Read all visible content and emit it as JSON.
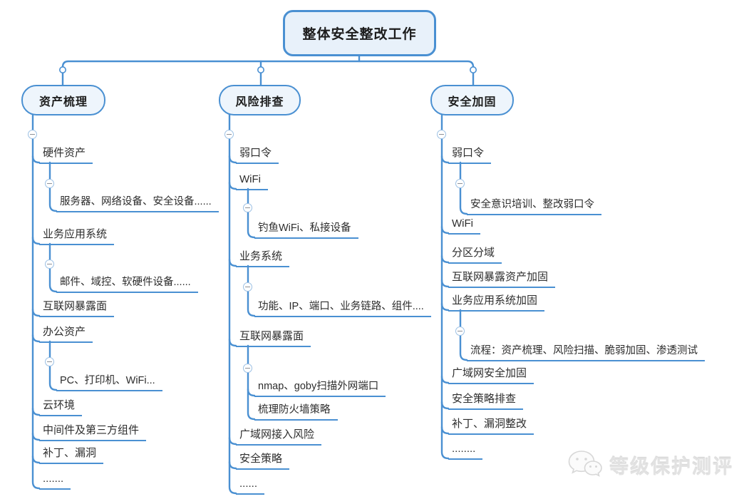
{
  "root": {
    "label": "整体安全整改工作"
  },
  "branches": [
    {
      "label": "资产梳理",
      "items": [
        {
          "label": "硬件资产",
          "children": [
            {
              "label": "服务器、网络设备、安全设备......"
            }
          ]
        },
        {
          "label": "业务应用系统",
          "children": [
            {
              "label": "邮件、域控、软硬件设备......"
            }
          ]
        },
        {
          "label": "互联网暴露面"
        },
        {
          "label": "办公资产",
          "children": [
            {
              "label": "PC、打印机、WiFi..."
            }
          ]
        },
        {
          "label": "云环境"
        },
        {
          "label": "中间件及第三方组件"
        },
        {
          "label": "补丁、漏洞"
        },
        {
          "label": "......."
        }
      ]
    },
    {
      "label": "风险排查",
      "items": [
        {
          "label": "弱口令"
        },
        {
          "label": "WiFi",
          "children": [
            {
              "label": "钓鱼WiFi、私接设备"
            }
          ]
        },
        {
          "label": "业务系统",
          "children": [
            {
              "label": "功能、IP、端口、业务链路、组件...."
            }
          ]
        },
        {
          "label": "互联网暴露面",
          "children": [
            {
              "label": "nmap、goby扫描外网端口"
            },
            {
              "label": "梳理防火墙策略"
            }
          ]
        },
        {
          "label": "广域网接入风险"
        },
        {
          "label": "安全策略"
        },
        {
          "label": "......"
        }
      ]
    },
    {
      "label": "安全加固",
      "items": [
        {
          "label": "弱口令",
          "children": [
            {
              "label": "安全意识培训、整改弱口令"
            }
          ]
        },
        {
          "label": "WiFi"
        },
        {
          "label": "分区分域"
        },
        {
          "label": "互联网暴露资产加固"
        },
        {
          "label": "业务应用系统加固",
          "children": [
            {
              "label": "流程：资产梳理、风险扫描、脆弱加固、渗透测试"
            }
          ]
        },
        {
          "label": "广域网安全加固"
        },
        {
          "label": "安全策略排查"
        },
        {
          "label": "补丁、漏洞整改"
        },
        {
          "label": "........"
        }
      ]
    }
  ],
  "icons": {
    "collapse": "minus-in-circle",
    "link_point": "small-circle",
    "watermark_logo": "wechat-icon"
  },
  "watermark": {
    "label": "等级保护测评"
  },
  "colors": {
    "line": "#4a90d2",
    "node_fill": "#eef5fc",
    "root_fill": "#e8f1fa",
    "text": "#262626",
    "watermark": "#e2e2e2"
  }
}
